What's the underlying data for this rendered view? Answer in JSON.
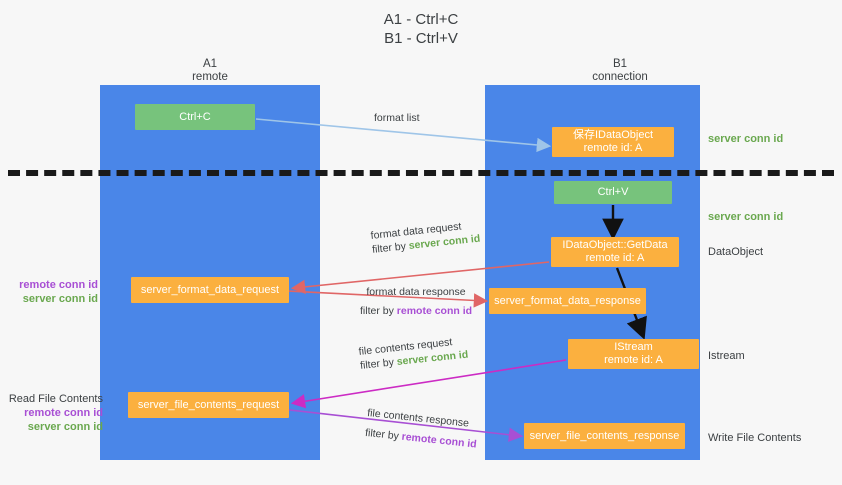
{
  "title": "A1 - Ctrl+C\nB1 - Ctrl+V",
  "lanes": {
    "left": {
      "name": "A1",
      "sub": "remote",
      "header": "A1\nremote"
    },
    "right": {
      "name": "B1",
      "sub": "connection",
      "header": "B1\nconnection"
    }
  },
  "nodes": {
    "ctrl_c": {
      "line1": "Ctrl+C",
      "line2": "",
      "color": "#77c37c"
    },
    "idataobject": {
      "line1": "保存IDataObject",
      "line2": "remote id: A",
      "color": "#fbb03f"
    },
    "ctrl_v": {
      "line1": "Ctrl+V",
      "line2": "",
      "color": "#77c37c"
    },
    "getdata": {
      "line1": "IDataObject::GetData",
      "line2": "remote id: A",
      "color": "#fbb03f"
    },
    "format_data_request": {
      "line1": "server_format_data_request",
      "line2": "",
      "color": "#fbb03f"
    },
    "format_data_response": {
      "line1": "server_format_data_response",
      "line2": "",
      "color": "#fbb03f"
    },
    "istream": {
      "line1": "IStream",
      "line2": "remote id: A",
      "color": "#fbb03f"
    },
    "file_contents_request": {
      "line1": "server_file_contents_request",
      "line2": "",
      "color": "#fbb03f"
    },
    "file_contents_response": {
      "line1": "server_file_contents_response",
      "line2": "",
      "color": "#fbb03f"
    }
  },
  "annotations": {
    "server_conn_id_1": "server conn id",
    "server_conn_id_2": "server conn id",
    "dataobject": "DataObject",
    "istream": "Istream",
    "write_file_contents": "Write File Contents",
    "read_file_contents": "Read File Contents",
    "remote_conn_id": "remote conn id",
    "server_conn_id": "server conn id"
  },
  "edges": {
    "format_list": {
      "label": "format list",
      "color": "#9fc5e8"
    },
    "format_data_request": {
      "label": "format data request",
      "filter_prefix": "filter by ",
      "filter": "server conn id",
      "color": "#e06666"
    },
    "format_data_response": {
      "label": "format data response",
      "filter_prefix": "filter by ",
      "filter": "remote conn id",
      "color": "#e06666"
    },
    "file_contents_request": {
      "label": "file contents request",
      "filter_prefix": "filter by ",
      "filter": "server conn id",
      "color": "#cc2bc4"
    },
    "file_contents_response": {
      "label": "file contents response",
      "filter_prefix": "filter by ",
      "filter": "remote conn id",
      "color": "#a84fd4"
    }
  },
  "colors": {
    "lane": "#4a86e8",
    "green_node": "#77c37c",
    "orange_node": "#fbb03f",
    "server_conn": "#6aa84f",
    "remote_conn": "#a84fd4",
    "divider": "#1a1a1a",
    "background": "#f7f7f7"
  }
}
